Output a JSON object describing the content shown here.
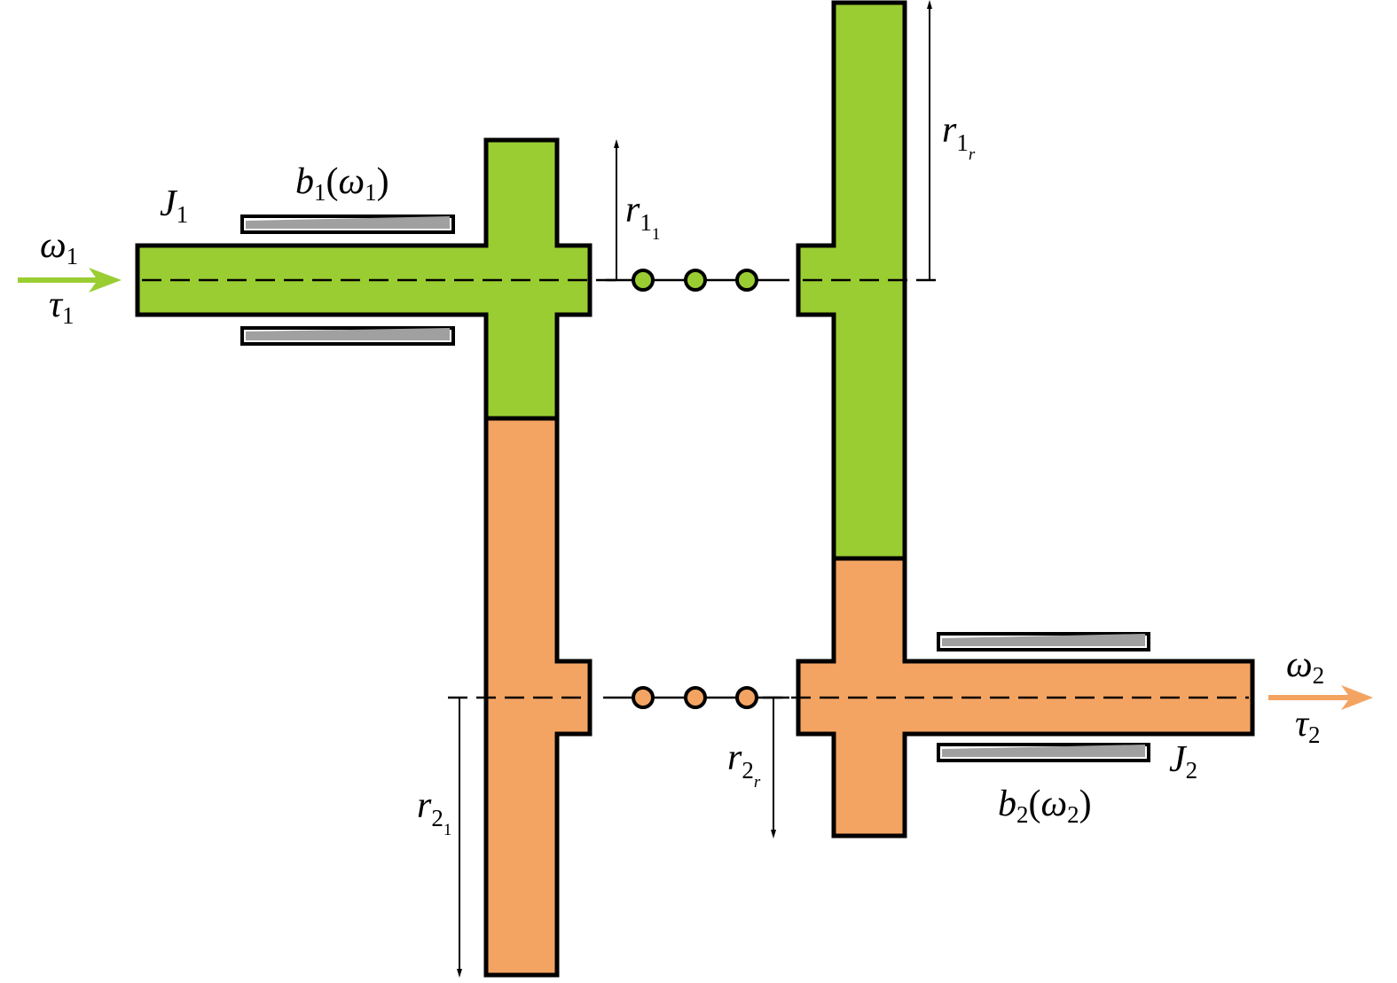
{
  "colors": {
    "input_side": "#9ACD32",
    "output_side": "#F4A462",
    "bearing": "#A0A0A0",
    "outline": "#000000"
  },
  "labels": {
    "J1": {
      "main": "J",
      "sub": "1"
    },
    "J2": {
      "main": "J",
      "sub": "2"
    },
    "b1": {
      "main": "b",
      "sub": "1",
      "open": "(",
      "arg": "ω",
      "argsub": "1",
      "close": ")"
    },
    "b2": {
      "main": "b",
      "sub": "2",
      "open": "(",
      "arg": "ω",
      "argsub": "2",
      "close": ")"
    },
    "omega1": {
      "main": "ω",
      "sub": "1"
    },
    "tau1": {
      "main": "τ",
      "sub": "1"
    },
    "omega2": {
      "main": "ω",
      "sub": "2"
    },
    "tau2": {
      "main": "τ",
      "sub": "2"
    },
    "r11": {
      "main": "r",
      "sub": "1",
      "subsub": "1"
    },
    "r1r": {
      "main": "r",
      "sub": "1",
      "subsub": "r"
    },
    "r21": {
      "main": "r",
      "sub": "2",
      "subsub": "1"
    },
    "r2r": {
      "main": "r",
      "sub": "2",
      "subsub": "r"
    }
  }
}
